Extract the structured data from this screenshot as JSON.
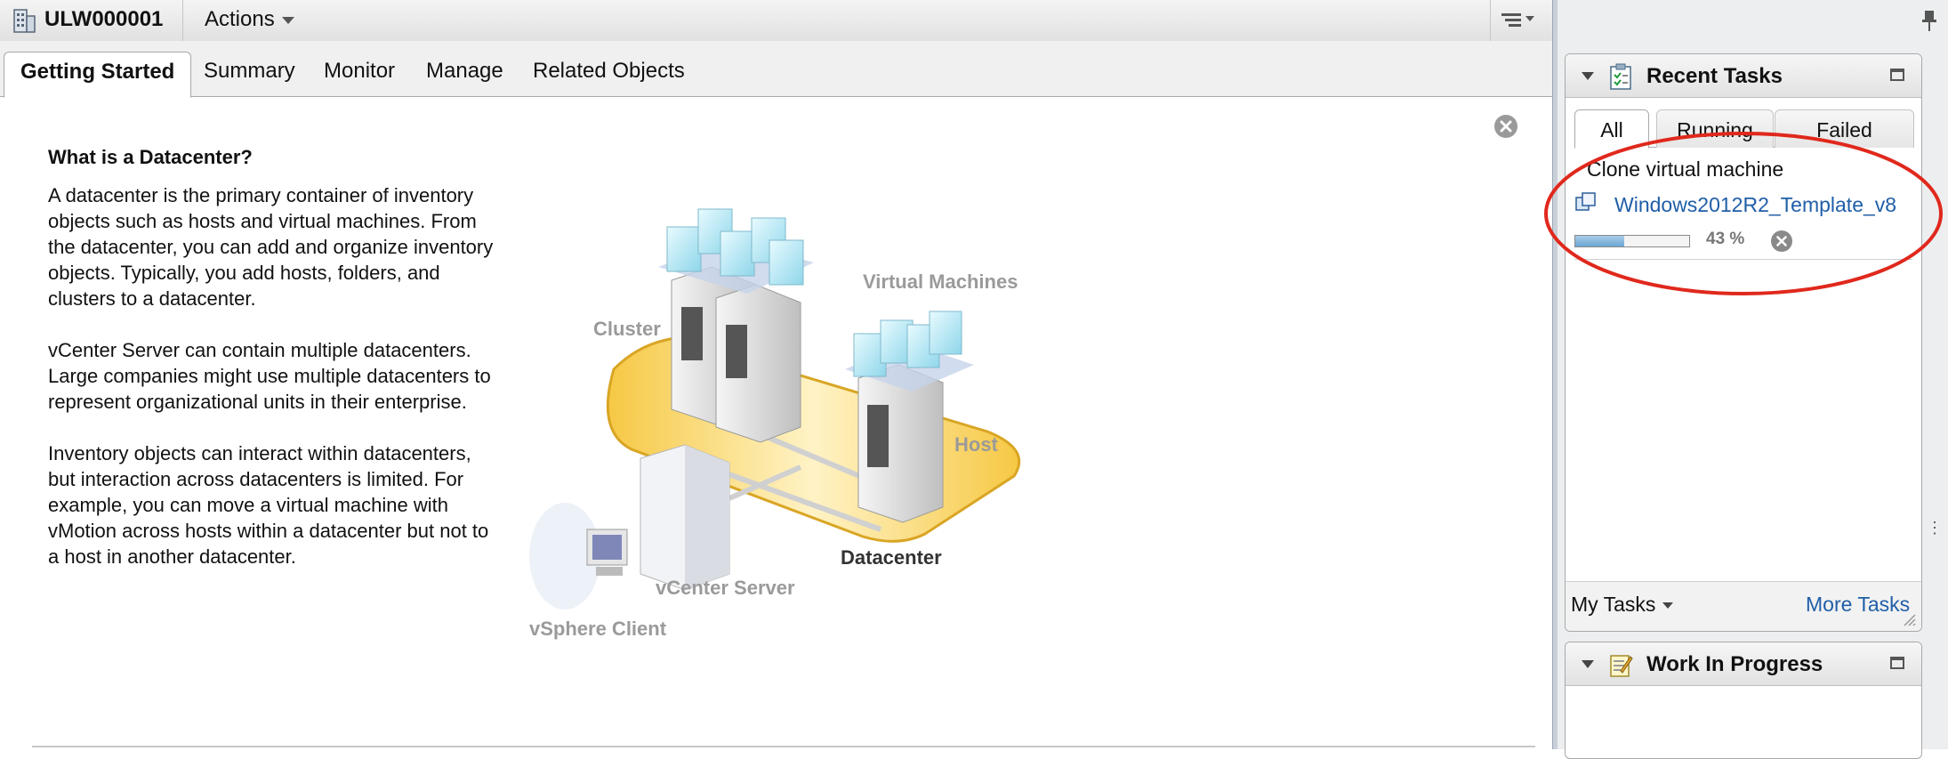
{
  "header": {
    "object_title": "ULW000001",
    "actions_label": "Actions",
    "object_icon": "datacenter-icon",
    "view_menu_icon": "list-options-icon"
  },
  "tabs": [
    {
      "label": "Getting Started",
      "active": true
    },
    {
      "label": "Summary",
      "active": false
    },
    {
      "label": "Monitor",
      "active": false
    },
    {
      "label": "Manage",
      "active": false
    },
    {
      "label": "Related Objects",
      "active": false
    }
  ],
  "help": {
    "heading": "What is a Datacenter?",
    "paragraphs": [
      "A datacenter is the primary container of inventory objects such as hosts and virtual machines. From the datacenter, you can add and organize inventory objects. Typically, you add hosts, folders, and clusters to a datacenter.",
      "vCenter Server can contain multiple datacenters. Large companies might use multiple datacenters to represent organizational units in their enterprise.",
      "Inventory objects can interact within datacenters, but interaction across datacenters is limited. For example, you can move a virtual machine with vMotion across hosts within a datacenter but not to a host in another datacenter."
    ],
    "close_icon": "close-circle-icon"
  },
  "diagram": {
    "labels": {
      "cluster": "Cluster",
      "virtual_machines": "Virtual Machines",
      "host": "Host",
      "datacenter": "Datacenter",
      "vcenter_server": "vCenter Server",
      "vsphere_client": "vSphere Client"
    }
  },
  "recent_tasks": {
    "title": "Recent Tasks",
    "tabs": {
      "all": "All",
      "running": "Running",
      "failed": "Failed"
    },
    "task": {
      "name": "Clone virtual machine",
      "target": "Windows2012R2_Template_v8",
      "progress_percent": 43,
      "progress_label": "43 %"
    },
    "footer": {
      "my_tasks": "My Tasks",
      "more_tasks": "More Tasks"
    }
  },
  "work_in_progress": {
    "title": "Work In Progress"
  },
  "colors": {
    "link": "#1f5ea8",
    "annotation": "#e0281c",
    "datacenter_platform": "#f6cc55"
  }
}
